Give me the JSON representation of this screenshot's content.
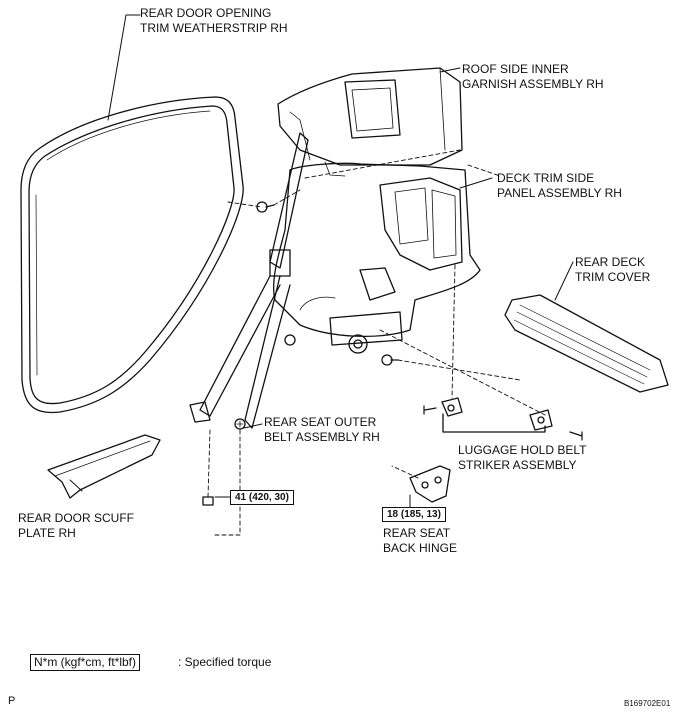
{
  "labels": {
    "weatherstrip": "REAR DOOR OPENING\nTRIM WEATHERSTRIP RH",
    "roof_garnish": "ROOF SIDE INNER\nGARNISH ASSEMBLY RH",
    "deck_side_panel": "DECK TRIM SIDE\nPANEL ASSEMBLY RH",
    "deck_cover": "REAR DECK\nTRIM COVER",
    "seat_belt": "REAR SEAT OUTER\nBELT ASSEMBLY RH",
    "luggage_striker": "LUGGAGE HOLD BELT\nSTRIKER ASSEMBLY",
    "scuff_plate": "REAR DOOR SCUFF\nPLATE RH",
    "seat_hinge": "REAR SEAT\nBACK HINGE"
  },
  "torques": {
    "belt_bolt": "41 (420, 30)",
    "hinge_bolt": "18 (185, 13)"
  },
  "legend": {
    "unit": "N*m (kgf*cm, ft*lbf)",
    "text": ": Specified torque"
  },
  "footer": {
    "left_mark": "P",
    "code": "B169702E01"
  }
}
